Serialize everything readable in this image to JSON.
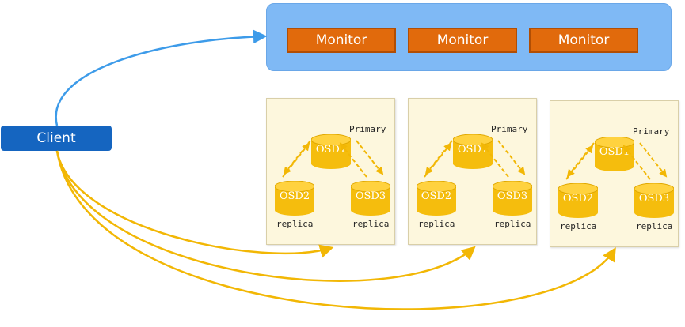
{
  "monitors": [
    "Monitor",
    "Monitor",
    "Monitor"
  ],
  "client": {
    "label": "Client"
  },
  "placement_groups": [
    {
      "primary_osd": "OSD1",
      "primary_role": "Primary",
      "replica_osds": [
        "OSD2",
        "OSD3"
      ],
      "replica_role": "replica"
    },
    {
      "primary_osd": "OSD1",
      "primary_role": "Primary",
      "replica_osds": [
        "OSD2",
        "OSD3"
      ],
      "replica_role": "replica"
    },
    {
      "primary_osd": "OSD1",
      "primary_role": "Primary",
      "replica_osds": [
        "OSD2",
        "OSD3"
      ],
      "replica_role": "replica"
    }
  ],
  "colors": {
    "monitor_panel": "#7fb9f5",
    "monitor": "#e16a0c",
    "client": "#1565c0",
    "osd": "#f5bd0d",
    "data_path": "#f2b705",
    "monitor_path": "#3d9be9"
  }
}
